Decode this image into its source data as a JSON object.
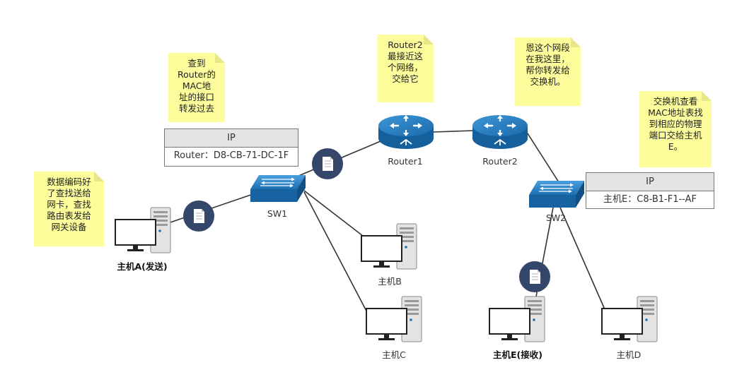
{
  "devices": {
    "host_a": "主机A(发送)",
    "host_b": "主机B",
    "host_c": "主机C",
    "host_d": "主机D",
    "host_e": "主机E(接收)",
    "sw1": "SW1",
    "sw2": "SW2",
    "router1": "Router1",
    "router2": "Router2"
  },
  "notes": {
    "host_a": "数据编码好\n了查找送给\n网卡，查找\n路由表发给\n网关设备",
    "sw1": "查到\nRouter的\nMAC地\n址的接口\n转发过去",
    "router1": "Router2\n最接近这\n个网络，\n交给它",
    "router2": "恩这个网段\n在我这里，\n帮你转发给\n交换机。",
    "sw2": "交换机查看\nMAC地址表找\n到相应的物理\n端口交给主机\nE。"
  },
  "tables": {
    "sw1": {
      "header": "IP",
      "row": "Router：D8-CB-71-DC-1F"
    },
    "sw2": {
      "header": "IP",
      "row": "主机E：C8-B1-F1--AF"
    }
  },
  "colors": {
    "router_blue": "#1a72b3",
    "packet_navy": "#34476b",
    "note_yellow": "#fdfd9c",
    "switch_blue": "#1b6fb2"
  }
}
